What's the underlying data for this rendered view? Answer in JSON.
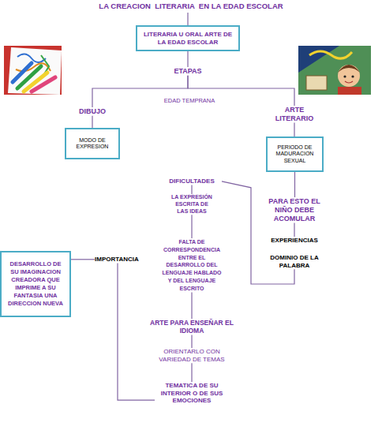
{
  "diagram": {
    "title": "LA CREACION  LITERARIA  EN LA EDAD ESCOLAR",
    "nodes": [
      {
        "text": [
          "LITERARIA U ORAL ARTE DE LA EDAD ESCOLAR"
        ]
      },
      {
        "text": [
          "ETAPAS"
        ]
      },
      {
        "text": [
          "DIBUJO"
        ]
      },
      {
        "text": [
          "MODO DE EXPRESION"
        ]
      },
      {
        "text": [
          "ARTE LITERARIO"
        ]
      },
      {
        "text": [
          "PERIODO DE MADURACION SEXUAL"
        ]
      },
      {
        "text": [
          "DIFICULTADES"
        ]
      },
      {
        "text": [
          "PARA ESTO EL NIÑO DEBE ACOMULAR"
        ]
      },
      {
        "text": [
          "EXPERIENCIAS"
        ]
      },
      {
        "text": [
          "DOMINIO DE LA PALABRA"
        ]
      },
      {
        "text": [
          "LA EXPRESIÓN ESCRITA DE LAS IDEAS"
        ]
      },
      {
        "text": [
          "FALTA DE CORRESPONDENCIA ENTRE EL DESARROLLO DEL LENGUAJE HABLADO Y DEL LENGUAJE ESCRITO"
        ]
      },
      {
        "text": [
          "DESARROLLO DE SU IMAGINACION CREADORA QUE IMPRIME A SU FANTASIA UNA DIRECCION NUEVA"
        ]
      },
      {
        "text": [
          "IMPORTANCIA"
        ]
      },
      {
        "text": [
          "ARTE PARA ENSEÑAR EL IDIOMA"
        ]
      },
      {
        "text": [
          "ORIENTARLO CON VARIEDAD DE TEMAS"
        ]
      },
      {
        "text": [
          "TEMATICA DE SU INTERIOR O DE SUS EMOCIONES"
        ]
      }
    ],
    "edges": [
      {
        "from": 0,
        "to": 1,
        "arrow": "none"
      },
      {
        "from": 1,
        "to": 2,
        "arrow": "none"
      },
      {
        "from": 1,
        "to": 4,
        "arrow": "none"
      },
      {
        "from": 2,
        "to": 3,
        "arrow": "none"
      },
      {
        "from": 4,
        "to": 5,
        "arrow": "none"
      },
      {
        "from": 5,
        "to": 7,
        "arrow": "none"
      },
      {
        "from": 7,
        "to": 8,
        "arrow": "none"
      },
      {
        "from": 6,
        "to": 9,
        "arrow": "none"
      },
      {
        "from": 6,
        "to": 10,
        "arrow": "none"
      },
      {
        "from": 10,
        "to": 11,
        "arrow": "none"
      },
      {
        "from": 11,
        "to": 14,
        "arrow": "none"
      },
      {
        "from": 14,
        "to": 15,
        "arrow": "none"
      },
      {
        "from": 15,
        "to": 16,
        "arrow": "none"
      },
      {
        "from": 12,
        "to": 13,
        "arrow": "none"
      },
      {
        "from": 13,
        "to": 16,
        "arrow": "none"
      }
    ],
    "labels": [
      "EDAD TEMPRANA"
    ]
  }
}
